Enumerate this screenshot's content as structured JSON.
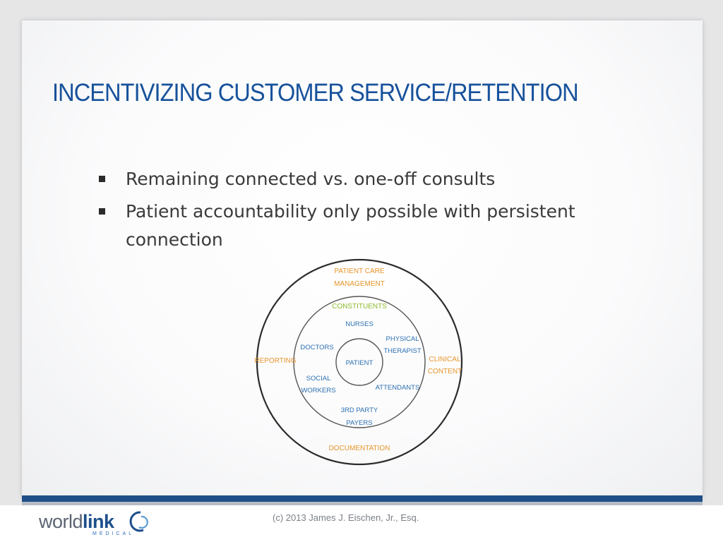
{
  "slide": {
    "title": "INCENTIVIZING CUSTOMER SERVICE/RETENTION",
    "bullets": [
      "Remaining connected vs. one-off consults",
      "Patient accountability only possible with persistent connection"
    ]
  },
  "diagram": {
    "outer_ring": {
      "top": [
        "PATIENT CARE",
        "MANAGEMENT"
      ],
      "left": "REPORTING",
      "right": [
        "CLINICAL",
        "CONTENT"
      ],
      "bottom": "DOCUMENTATION"
    },
    "middle_ring": {
      "header": "CONSTITUENTS",
      "nurses": "NURSES",
      "physical_therapist": [
        "PHYSICAL",
        "THERAPIST"
      ],
      "doctors": "DOCTORS",
      "social_workers": [
        "SOCIAL",
        "WORKERS"
      ],
      "attendants": "ATTENDANTS",
      "payers": [
        "3RD PARTY",
        "PAYERS"
      ]
    },
    "center": "PATIENT"
  },
  "footer": {
    "logo_world": "world",
    "logo_link": "link",
    "logo_sub": "MEDICAL",
    "copyright": "(c) 2013 James J. Eischen, Jr., Esq."
  },
  "colors": {
    "title": "#17519b",
    "outer_labels": "#e8952a",
    "constituents": "#8dbb2c",
    "inner_labels": "#2a6fb0",
    "footer_bar": "#1f4f88"
  }
}
